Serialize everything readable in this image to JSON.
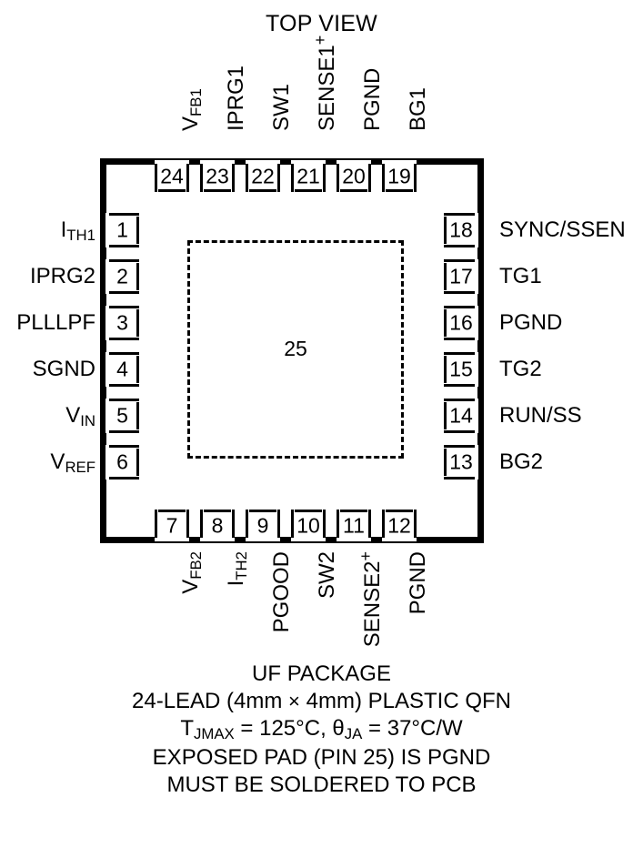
{
  "title": "TOP VIEW",
  "package": {
    "exposed_pad_number": "25",
    "pin_count": 24
  },
  "pins": {
    "top": [
      {
        "number": "24",
        "name": "V",
        "sub": "FB1",
        "sup": ""
      },
      {
        "number": "23",
        "name": "IPRG1",
        "sub": "",
        "sup": ""
      },
      {
        "number": "22",
        "name": "SW1",
        "sub": "",
        "sup": ""
      },
      {
        "number": "21",
        "name": "SENSE1",
        "sub": "",
        "sup": "+"
      },
      {
        "number": "20",
        "name": "PGND",
        "sub": "",
        "sup": ""
      },
      {
        "number": "19",
        "name": "BG1",
        "sub": "",
        "sup": ""
      }
    ],
    "left": [
      {
        "number": "1",
        "name": "I",
        "sub": "TH1",
        "sup": ""
      },
      {
        "number": "2",
        "name": "IPRG2",
        "sub": "",
        "sup": ""
      },
      {
        "number": "3",
        "name": "PLLLPF",
        "sub": "",
        "sup": ""
      },
      {
        "number": "4",
        "name": "SGND",
        "sub": "",
        "sup": ""
      },
      {
        "number": "5",
        "name": "V",
        "sub": "IN",
        "sup": ""
      },
      {
        "number": "6",
        "name": "V",
        "sub": "REF",
        "sup": ""
      }
    ],
    "bottom": [
      {
        "number": "7",
        "name": "V",
        "sub": "FB2",
        "sup": ""
      },
      {
        "number": "8",
        "name": "I",
        "sub": "TH2",
        "sup": ""
      },
      {
        "number": "9",
        "name": "PGOOD",
        "sub": "",
        "sup": ""
      },
      {
        "number": "10",
        "name": "SW2",
        "sub": "",
        "sup": ""
      },
      {
        "number": "11",
        "name": "SENSE2",
        "sub": "",
        "sup": "+"
      },
      {
        "number": "12",
        "name": "PGND",
        "sub": "",
        "sup": ""
      }
    ],
    "right": [
      {
        "number": "18",
        "name": "SYNC/SSEN",
        "sub": "",
        "sup": ""
      },
      {
        "number": "17",
        "name": "TG1",
        "sub": "",
        "sup": ""
      },
      {
        "number": "16",
        "name": "PGND",
        "sub": "",
        "sup": ""
      },
      {
        "number": "15",
        "name": "TG2",
        "sub": "",
        "sup": ""
      },
      {
        "number": "14",
        "name": "RUN/SS",
        "sub": "",
        "sup": ""
      },
      {
        "number": "13",
        "name": "BG2",
        "sub": "",
        "sup": ""
      }
    ]
  },
  "caption": {
    "line1": "UF PACKAGE",
    "line2_pre": "24-LEAD (4mm ",
    "line2_times": "×",
    "line2_post": " 4mm) PLASTIC QFN",
    "line3_t": "T",
    "line3_t_sub": "JMAX",
    "line3_mid": " = 125°C, ",
    "line3_theta": "θ",
    "line3_theta_sub": "JA",
    "line3_end": " = 37°C/W",
    "line4": "EXPOSED PAD (PIN 25) IS PGND",
    "line5": "MUST BE SOLDERED TO PCB"
  },
  "colors": {
    "ink": "#000000",
    "background": "#ffffff"
  }
}
